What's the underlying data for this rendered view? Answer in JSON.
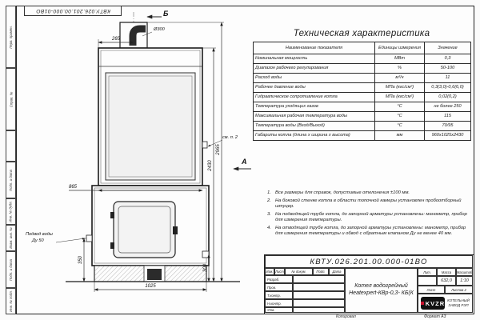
{
  "doc": {
    "number": "КВТУ.026.201.00.000-01ВО",
    "copy_label": "Копировал",
    "format": "Формат А3"
  },
  "drawing": {
    "section_b": "Б",
    "view_a": "А",
    "dia_label": "Ø300",
    "callout_note2": "см. п. 2",
    "inlet_line1": "Подвод воды",
    "inlet_line2": "Ду 50",
    "dims": {
      "d265": "265",
      "d865": "865",
      "d2430": "2430",
      "d2965": "2965",
      "d350": "350",
      "d300": "300",
      "d1025": "1025"
    }
  },
  "spec_table": {
    "title": "Техническая характеристика",
    "col_name": "Наименование показателя",
    "col_units": "Единицы измерения",
    "col_value": "Значение",
    "rows": [
      {
        "name": "Номинальная мощность",
        "units": "МВт",
        "value": "0,3"
      },
      {
        "name": "Диапазон рабочего регулирования",
        "units": "%",
        "value": "50-100"
      },
      {
        "name": "Расход воды",
        "units": "м³/ч",
        "value": "11"
      },
      {
        "name": "Рабочее давление воды",
        "units": "МПа (кгс/см²)",
        "value": "0,3(3,0)-0,6(6,0)"
      },
      {
        "name": "Гидравлическое сопротивление котла",
        "units": "МПа (кгс/см²)",
        "value": "0,02(0,2)"
      },
      {
        "name": "Температура уходящих газов",
        "units": "°С",
        "value": "не более 250"
      },
      {
        "name": "Максимальная рабочая температура воды",
        "units": "°С",
        "value": "115"
      },
      {
        "name": "Температура воды (Вход/Выход)",
        "units": "°С",
        "value": "70/95"
      },
      {
        "name": "Габариты котла (длина х ширина х высота)",
        "units": "мм",
        "value": "960х1025х2430"
      }
    ]
  },
  "notes": [
    {
      "num": "1.",
      "text": "Все размеры для справок, допустимые отклонения ±100 мм."
    },
    {
      "num": "2.",
      "text": "На боковой стенке котла в области топочной камеры установлен пробоотборный штуцер."
    },
    {
      "num": "3.",
      "text": "На подводящей трубе котла, до запорной арматуры установлены: манометр, прибор для измерения температуры."
    },
    {
      "num": "4.",
      "text": "На отводящей трубе котла, до запорной арматуры установлены: манометр, прибор для измерения температуры и обвод с обратным клапаном Ду не менее 40 мм."
    }
  ],
  "title_block": {
    "doc_number": "КВТУ.026.201.00.000-01ВО",
    "product_line1": "Котел водогрейный",
    "product_line2": "Heatexpert-КВр-0,3- КБ(К",
    "col_izm": "Изм.",
    "col_list": "Лист",
    "col_doc": "№ докум.",
    "col_sign": "Подп.",
    "col_date": "Дата",
    "row_razrab": "Разраб.",
    "row_prov": "Пров.",
    "row_tkontr": "Т.контр.",
    "row_nkontr": "Н.контр.",
    "row_utv": "Утв.",
    "lit_label": "Лит.",
    "mass_label": "Масса",
    "scale_label": "Масштаб",
    "mass": "632,0",
    "scale": "1:10",
    "sheet_label": "Лист",
    "sheets_label": "Листов",
    "sheets": "2",
    "logo": "KVZR",
    "company_line1": "КОТЕЛЬНЫЙ",
    "company_line2": "ЗАВОД РЭП"
  },
  "side_strip": {
    "labels": [
      "Перв. примен.",
      "Справ. №",
      "",
      "Подп. и дата",
      "Инв. № дубл.",
      "Взам. инв. №",
      "Подп. и дата",
      "Инв. № подл."
    ]
  }
}
